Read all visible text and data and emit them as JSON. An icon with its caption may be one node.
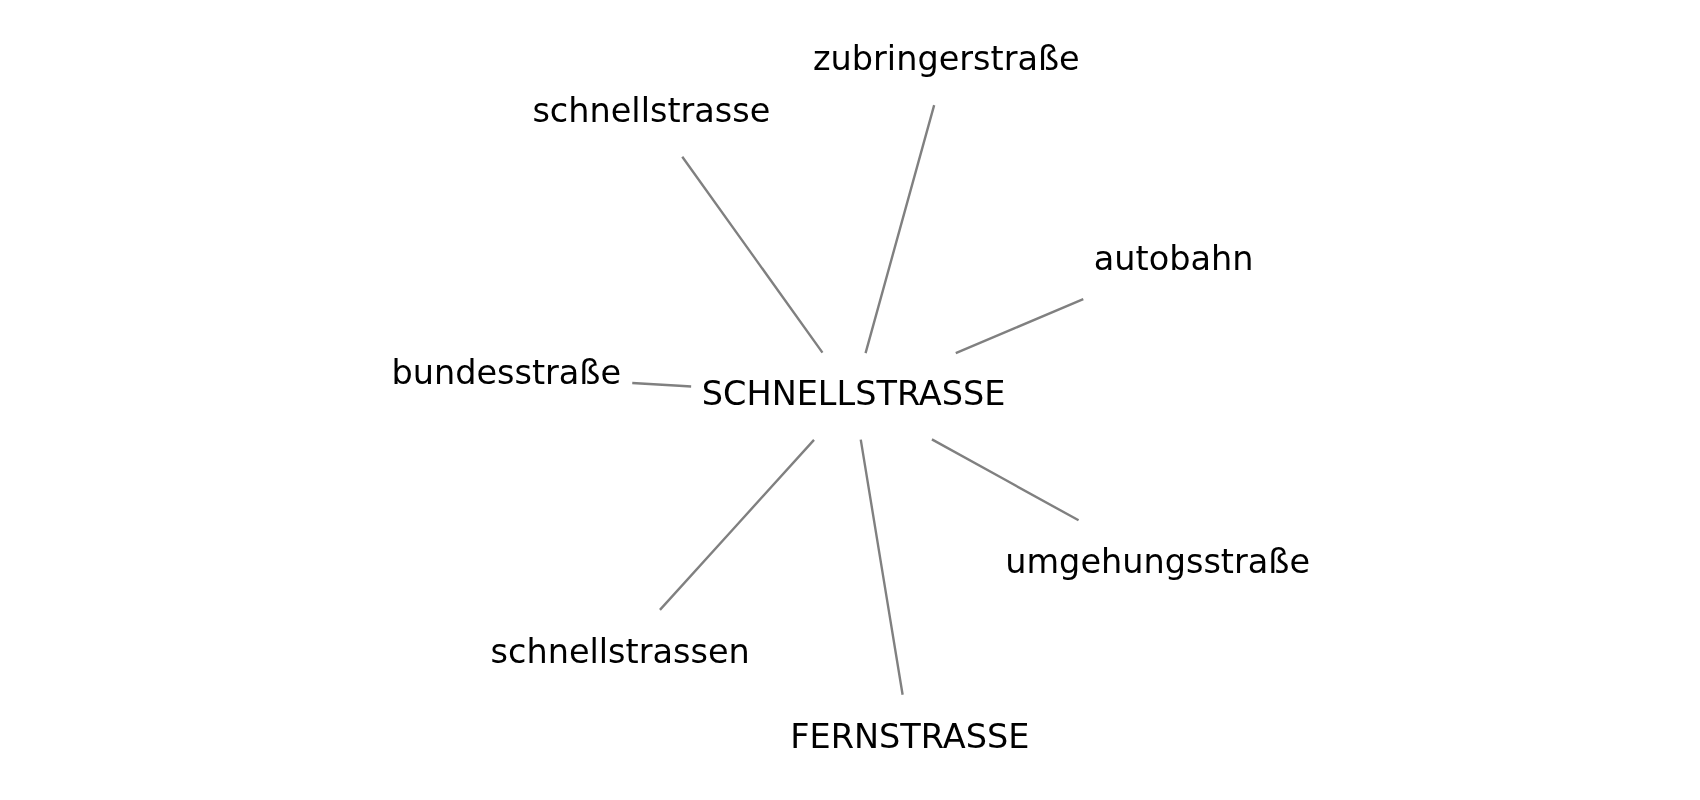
{
  "diagram": {
    "nodes": [
      {
        "text": [
          "bundesstraße"
        ]
      },
      {
        "text": [
          "autobahn"
        ]
      },
      {
        "text": [
          "FERNSTRASSE"
        ]
      },
      {
        "text": [
          "zubringerstraße"
        ]
      },
      {
        "text": [
          "SCHNELLSTRASSE"
        ]
      },
      {
        "text": [
          "schnellstrasse"
        ]
      },
      {
        "text": [
          "schnellstrassen"
        ]
      },
      {
        "text": [
          "umgehungsstraße"
        ]
      }
    ],
    "edges": [
      {
        "from": 4,
        "to": 0,
        "arrow": "none"
      },
      {
        "from": 4,
        "to": 1,
        "arrow": "none"
      },
      {
        "from": 4,
        "to": 2,
        "arrow": "none"
      },
      {
        "from": 4,
        "to": 3,
        "arrow": "none"
      },
      {
        "from": 4,
        "to": 5,
        "arrow": "none"
      },
      {
        "from": 4,
        "to": 6,
        "arrow": "none"
      },
      {
        "from": 4,
        "to": 7,
        "arrow": "none"
      }
    ]
  }
}
